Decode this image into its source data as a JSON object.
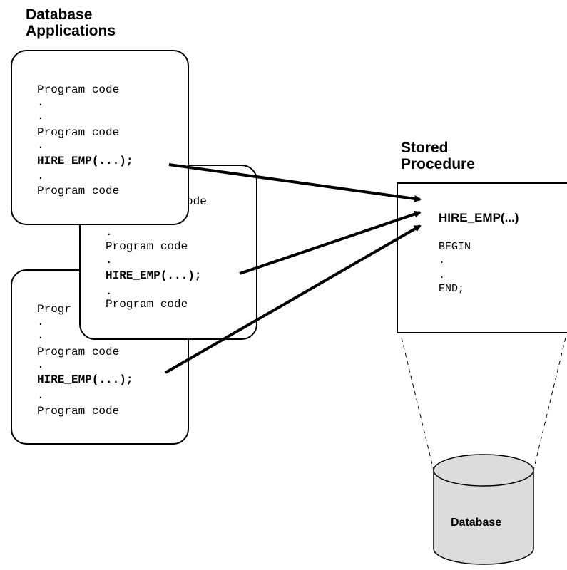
{
  "titles": {
    "database_applications": [
      "Database",
      "Applications"
    ],
    "stored_procedure": [
      "Stored",
      "Procedure"
    ]
  },
  "app_code": {
    "program_code": "Program code",
    "dot": ".",
    "call": "HIRE_EMP(...);",
    "partial_program_code": "Progr",
    "partial_ode": "ode"
  },
  "procedure": {
    "name": "HIRE_EMP(...)",
    "begin": "BEGIN",
    "dot": ".",
    "end": "END;"
  },
  "database": {
    "label": "Database"
  }
}
